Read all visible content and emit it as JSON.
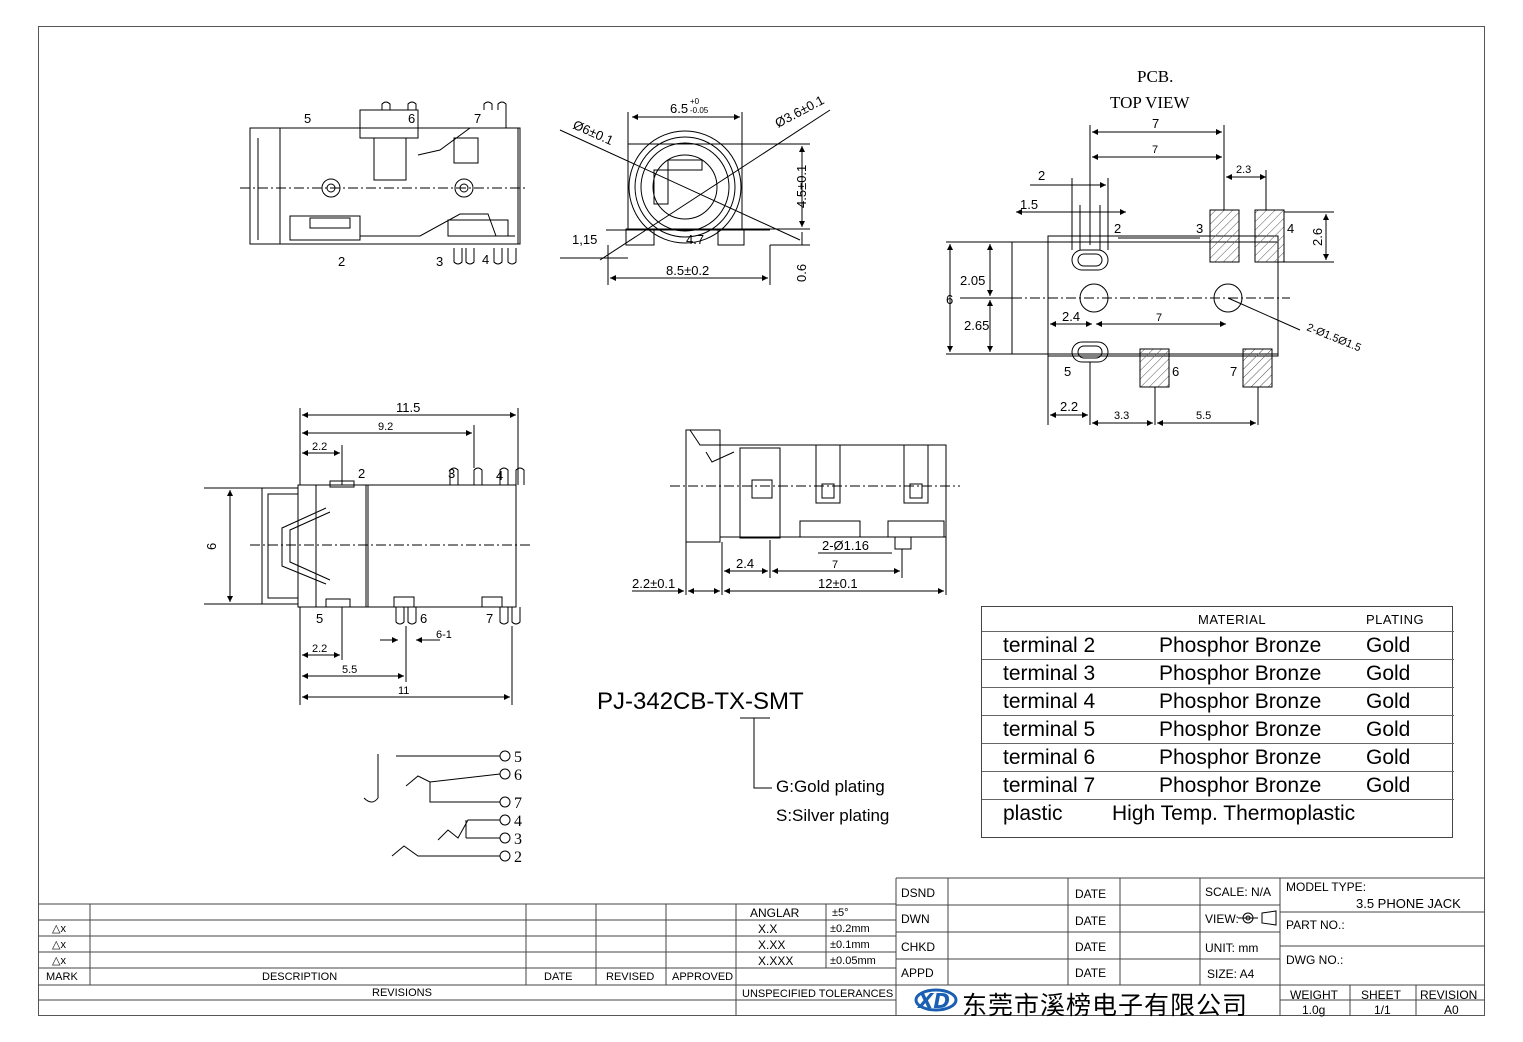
{
  "drawing": {
    "part_number": "PJ-342CB-TX-SMT",
    "plating_options": [
      "G:Gold plating",
      "S:Silver plating"
    ],
    "pcb_title": [
      "PCB.",
      "TOP VIEW"
    ],
    "front_view": {
      "pins_top": [
        "5",
        "6",
        "7"
      ],
      "pins_bottom": [
        "2",
        "3",
        "4"
      ]
    },
    "end_view": {
      "dims": [
        "6.5",
        "+0",
        "-0.05",
        "Ø3.6±0.1",
        "Ø6±0.1",
        "4.5±0.1",
        "1,15",
        "4.7",
        "8.5±0.2",
        "0.6"
      ]
    },
    "pcb_view": {
      "dims": [
        "7",
        "7",
        "2",
        "1.5",
        "2.3",
        "2",
        "3",
        "4",
        "2.6",
        "2.05",
        "6",
        "2.65",
        "2.4",
        "7",
        "2-Ø1.5Ø1.5",
        "5",
        "6",
        "7",
        "2.2",
        "3.3",
        "5.5"
      ]
    },
    "top_view": {
      "dims": [
        "11.5",
        "9.2",
        "2.2",
        "2",
        "3",
        "4",
        "6",
        "5",
        "6",
        "6-1",
        "7",
        "2.2",
        "5.5",
        "11"
      ]
    },
    "side_view": {
      "dims": [
        "2-Ø1.16",
        "2.4",
        "7",
        "2.2±0.1",
        "12±0.1"
      ]
    },
    "schematic_pins": [
      "5",
      "6",
      "7",
      "4",
      "3",
      "2"
    ]
  },
  "materials": {
    "headers": [
      "MATERIAL",
      "PLATING"
    ],
    "rows": [
      {
        "part": "terminal 2",
        "material": "Phosphor Bronze",
        "plating": "Gold"
      },
      {
        "part": "terminal 3",
        "material": "Phosphor Bronze",
        "plating": "Gold"
      },
      {
        "part": "terminal 4",
        "material": "Phosphor Bronze",
        "plating": "Gold"
      },
      {
        "part": "terminal 5",
        "material": "Phosphor Bronze",
        "plating": "Gold"
      },
      {
        "part": "terminal 6",
        "material": "Phosphor Bronze",
        "plating": "Gold"
      },
      {
        "part": "terminal 7",
        "material": "Phosphor Bronze",
        "plating": "Gold"
      }
    ],
    "plastic": {
      "part": "plastic",
      "material": "High Temp. Thermoplastic"
    }
  },
  "revisions": {
    "marks": [
      "△x",
      "△x",
      "△x"
    ],
    "headers": [
      "MARK",
      "DESCRIPTION",
      "DATE",
      "REVISED",
      "APPROVED"
    ],
    "title": "REVISIONS"
  },
  "tolerances": {
    "rows": [
      {
        "label": "ANGLAR",
        "value": "±5°"
      },
      {
        "label": "X.X",
        "value": "±0.2mm"
      },
      {
        "label": "X.XX",
        "value": "±0.1mm"
      },
      {
        "label": "X.XXX",
        "value": "±0.05mm"
      }
    ],
    "title": "UNSPECIFIED TOLERANCES"
  },
  "title_block": {
    "roles": [
      "DSND",
      "DWN",
      "CHKD",
      "APPD"
    ],
    "date_label": "DATE",
    "scale": "SCALE: N/A",
    "view": "VIEW:",
    "unit": "UNIT: mm",
    "size": "SIZE: A4",
    "model_type_label": "MODEL TYPE:",
    "model_type": "3.5 PHONE JACK",
    "part_no_label": "PART NO.:",
    "dwg_no_label": "DWG NO.:",
    "weight_label": "WEIGHT",
    "weight": "1.0g",
    "sheet_label": "SHEET",
    "sheet": "1/1",
    "revision_label": "REVISION",
    "revision": "A0",
    "company": "东莞市溪榜电子有限公司",
    "logo_text": "XD"
  },
  "colors": {
    "line": "#000000",
    "hatch": "#555555",
    "accent_red": "#c00000"
  }
}
